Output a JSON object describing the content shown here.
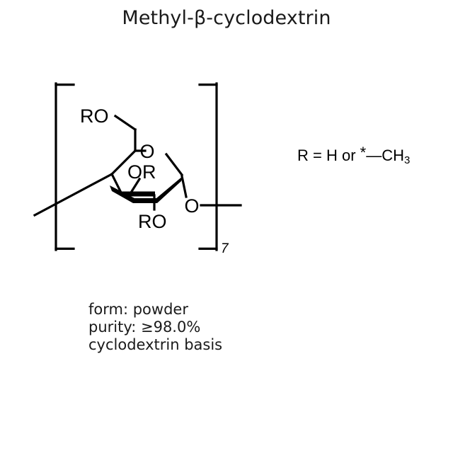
{
  "title": "Methyl-β-cyclodextrin",
  "structure": {
    "name": "methyl-beta-cyclodextrin-repeat-unit",
    "repeat_subscript": "7",
    "labels": {
      "primary_or": "RO",
      "ring_oxygen": "O",
      "secondary_or_c3": "OR",
      "secondary_ro_c2": "RO",
      "glycosidic_oxygen": "O"
    }
  },
  "r_group": {
    "prefix": "R = H or ",
    "star": "*",
    "bond": "—",
    "methyl": "CH",
    "methyl_sub": "3"
  },
  "properties": {
    "form": "form: powder",
    "purity": "purity: ≥98.0%",
    "basis": "cyclodextrin basis"
  },
  "colors": {
    "background": "#ffffff",
    "ink": "#000000",
    "text": "#1a1a1a"
  }
}
